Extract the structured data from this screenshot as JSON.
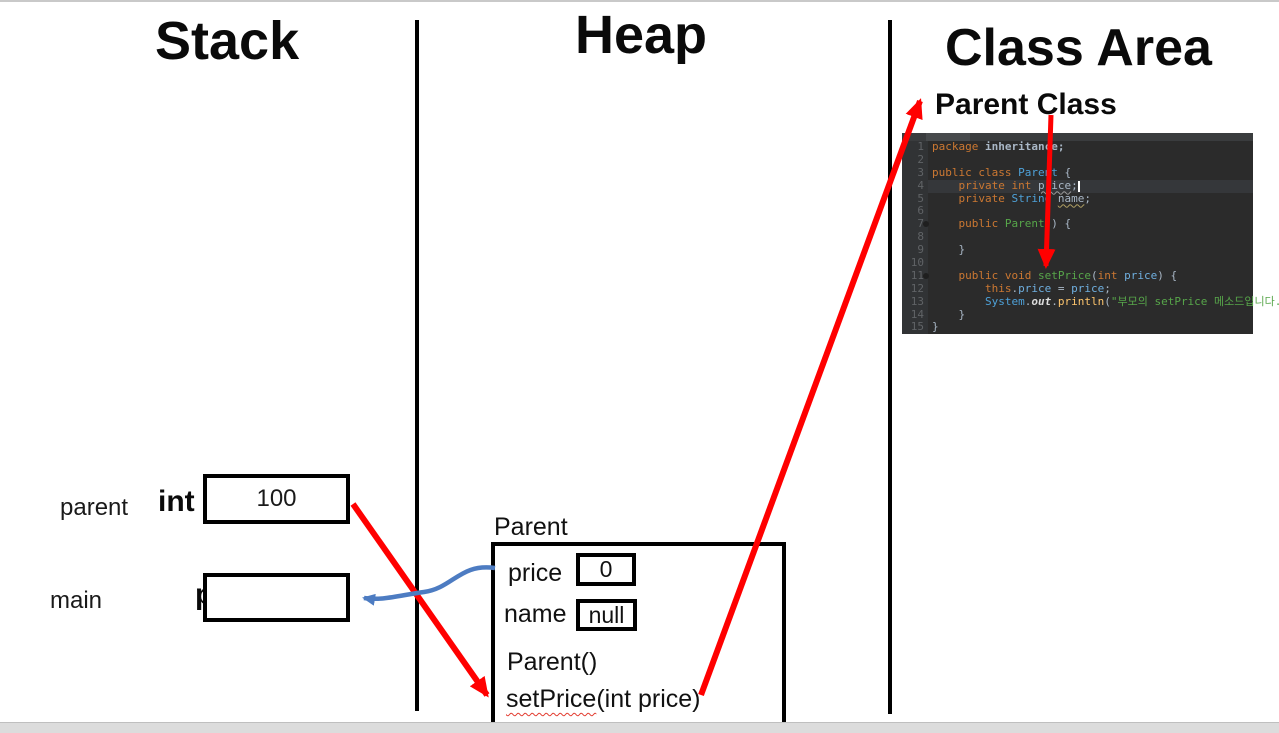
{
  "titles": {
    "stack": "Stack",
    "heap": "Heap",
    "class_area": "Class Area",
    "parent_class": "Parent Class"
  },
  "stack": {
    "rows": [
      {
        "label": "parent",
        "var": "int",
        "value": "100"
      },
      {
        "label": "main",
        "var": "p",
        "value": ""
      }
    ]
  },
  "heap": {
    "object_label": "Parent",
    "price_label": "price",
    "price_value": "0",
    "name_label": "name",
    "name_value": "null",
    "constructor": "Parent()",
    "set_price_name": "setPrice",
    "set_price_args": "(int price)"
  },
  "colors": {
    "red_arrow": "#FF0000",
    "blue_arrow": "#4D7CC2",
    "kw": "#CC7832",
    "cls": "#4EA1D8",
    "mth": "#57A64A",
    "str": "#57A64A",
    "fld": "#6FAFDF",
    "call": "#FFC66D",
    "plain": "#A9B7C6"
  },
  "editor": {
    "lines": [
      {
        "n": "1",
        "tokens": [
          [
            "kw",
            "package "
          ],
          [
            "pbold",
            "inheritance;"
          ]
        ]
      },
      {
        "n": "2",
        "tokens": []
      },
      {
        "n": "3",
        "tokens": [
          [
            "kw",
            "public class "
          ],
          [
            "cls",
            "Parent "
          ],
          [
            "plain",
            "{"
          ]
        ]
      },
      {
        "n": "4",
        "current": true,
        "tokens": [
          [
            "plain",
            "    "
          ],
          [
            "kw",
            "private int "
          ],
          [
            "wavy",
            "price"
          ],
          [
            "plain",
            ";"
          ],
          [
            "caret",
            ""
          ]
        ]
      },
      {
        "n": "5",
        "tokens": [
          [
            "plain",
            "    "
          ],
          [
            "kw",
            "private "
          ],
          [
            "cls",
            "String "
          ],
          [
            "wavy2",
            "name"
          ],
          [
            "plain",
            ";"
          ]
        ]
      },
      {
        "n": "6",
        "tokens": []
      },
      {
        "n": "7",
        "dot": true,
        "tokens": [
          [
            "plain",
            "    "
          ],
          [
            "kw",
            "public "
          ],
          [
            "mth",
            "Parent"
          ],
          [
            "plain",
            "() {"
          ]
        ]
      },
      {
        "n": "8",
        "tokens": []
      },
      {
        "n": "9",
        "tokens": [
          [
            "plain",
            "    }"
          ]
        ]
      },
      {
        "n": "10",
        "tokens": []
      },
      {
        "n": "11",
        "dot": true,
        "tokens": [
          [
            "plain",
            "    "
          ],
          [
            "kw",
            "public void "
          ],
          [
            "mth",
            "setPrice"
          ],
          [
            "plain",
            "("
          ],
          [
            "kw",
            "int "
          ],
          [
            "fld",
            "price"
          ],
          [
            "plain",
            ") {"
          ]
        ]
      },
      {
        "n": "12",
        "tokens": [
          [
            "plain",
            "        "
          ],
          [
            "kw",
            "this"
          ],
          [
            "plain",
            "."
          ],
          [
            "fld",
            "price"
          ],
          [
            "plain",
            " = "
          ],
          [
            "fld",
            "price"
          ],
          [
            "plain",
            ";"
          ]
        ]
      },
      {
        "n": "13",
        "tokens": [
          [
            "plain",
            "        "
          ],
          [
            "cls",
            "System"
          ],
          [
            "plain",
            "."
          ],
          [
            "outf",
            "out"
          ],
          [
            "plain",
            "."
          ],
          [
            "call",
            "println"
          ],
          [
            "plain",
            "("
          ],
          [
            "str",
            "\"부모의 setPrice 메소드입니다.\""
          ],
          [
            "plain",
            ");"
          ]
        ]
      },
      {
        "n": "14",
        "tokens": [
          [
            "plain",
            "    }"
          ]
        ]
      },
      {
        "n": "15",
        "tokens": [
          [
            "plain",
            "}"
          ]
        ]
      }
    ]
  }
}
